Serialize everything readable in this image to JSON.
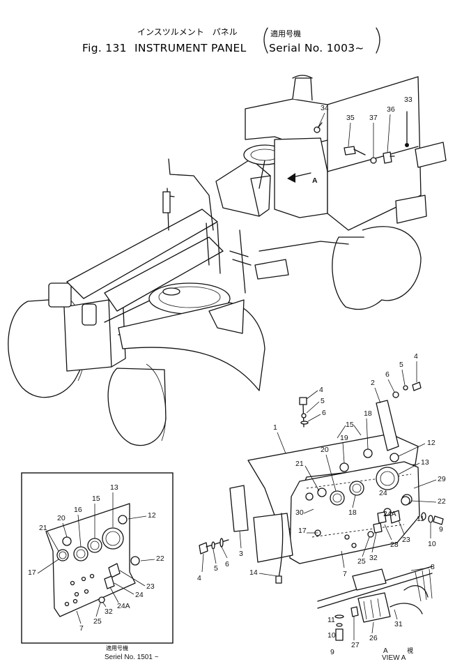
{
  "title": {
    "jp_name": "インスツルメント　パネル",
    "jp_applicable": "適用号機",
    "fig": "Fig. 131",
    "name": "INSTRUMENT PANEL",
    "serial": "Serial No. 1003~"
  },
  "main_view": {
    "arrow_label": "A",
    "callouts": {
      "c34": "34",
      "c35": "35",
      "c37": "37",
      "c36": "36",
      "c33": "33"
    }
  },
  "exploded_view": {
    "callouts": {
      "c4a": "4",
      "c5a": "5",
      "c6a": "6",
      "c4b": "4",
      "c5b": "5",
      "c6b": "6",
      "c4c": "4",
      "c5c": "5",
      "c6c": "6",
      "c1": "1",
      "c2": "2",
      "c3": "3",
      "c7": "7",
      "c8": "8",
      "c9a": "9",
      "c9b": "9",
      "c10a": "10",
      "c10b": "10",
      "c11a": "11",
      "c11b": "11",
      "c12": "12",
      "c13": "13",
      "c14": "14",
      "c15": "15",
      "c17": "17",
      "c18a": "18",
      "c18b": "18",
      "c19": "19",
      "c20": "20",
      "c21": "21",
      "c22": "22",
      "c23": "23",
      "c24": "24",
      "c24a": "24A",
      "c25": "25",
      "c26": "26",
      "c27": "27",
      "c28": "28",
      "c29": "29",
      "c30": "30",
      "c31": "31",
      "c32": "32"
    },
    "view_label_a": "A",
    "view_label_jp": "視",
    "view_label": "VIEW A"
  },
  "inset_view": {
    "callouts": {
      "c12": "12",
      "c13": "13",
      "c15": "15",
      "c16": "16",
      "c20": "20",
      "c21": "21",
      "c17": "17",
      "c22": "22",
      "c23": "23",
      "c24": "24",
      "c24a": "24A",
      "c25": "25",
      "c32": "32",
      "c7": "7"
    },
    "applicable_jp": "適用号機",
    "serial": "Seriel No. 1501 ~"
  }
}
